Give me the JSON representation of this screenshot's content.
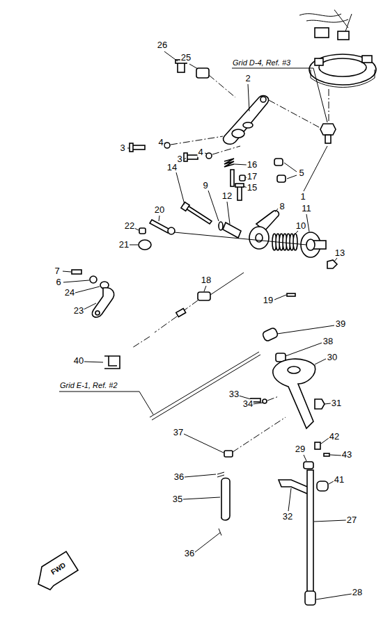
{
  "diagram": {
    "labels": [
      "26",
      "25",
      "Grid D-4, Ref. #3",
      "2",
      "3",
      "4",
      "3",
      "4",
      "5",
      "1",
      "16",
      "17",
      "15",
      "9",
      "14",
      "12",
      "8",
      "10",
      "11",
      "13",
      "20",
      "22",
      "21",
      "7",
      "6",
      "24",
      "23",
      "18",
      "19",
      "40",
      "39",
      "38",
      "30",
      "Grid E-1, Ref. #2",
      "33",
      "34",
      "31",
      "42",
      "43",
      "41",
      "37",
      "29",
      "36",
      "35",
      "32",
      "27",
      "36",
      "28",
      "FWD"
    ]
  }
}
